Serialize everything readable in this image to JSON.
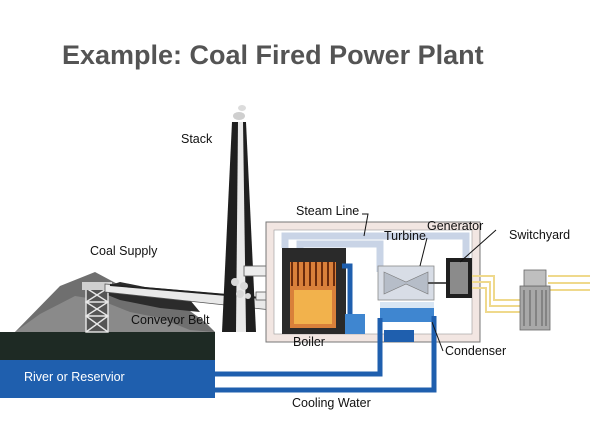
{
  "title": "Example: Coal Fired Power Plant",
  "labels": {
    "stack": "Stack",
    "steam_line": "Steam Line",
    "generator": "Generator",
    "turbine": "Turbine",
    "switchyard": "Switchyard",
    "coal_supply": "Coal Supply",
    "conveyor_belt": "Conveyor Belt",
    "boiler": "Boiler",
    "condenser": "Condenser",
    "river": "River or Reservior",
    "cooling_water": "Cooling Water"
  },
  "colors": {
    "title": "#545454",
    "water": "#1f5fae",
    "water_light": "#3f86d0",
    "coal": "#1f1f1f",
    "hills": "#6f6f6f",
    "steam_line": "#c9d4e6",
    "building": "#f2e6e2",
    "transmission": "#efd98c",
    "ground": "#1e2a24"
  }
}
